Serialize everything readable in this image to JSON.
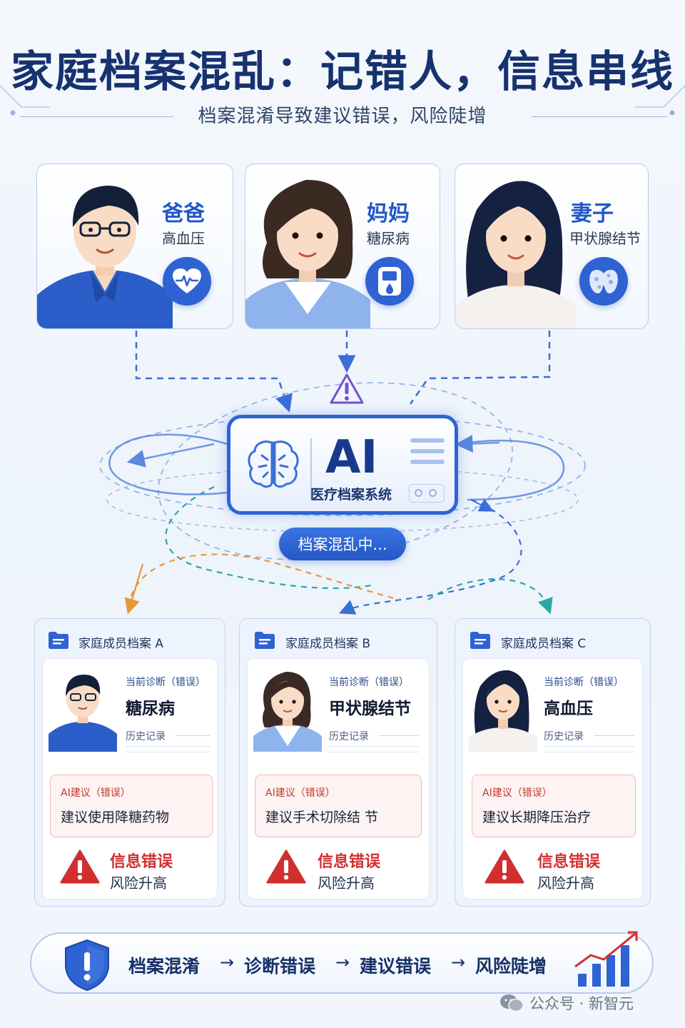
{
  "header": {
    "title": "家庭档案混乱：记错人，信息串线",
    "subtitle": "档案混淆导致建议错误，风险陡增"
  },
  "members": [
    {
      "name": "爸爸",
      "condition": "高血压",
      "icon": "heart-pulse-icon"
    },
    {
      "name": "妈妈",
      "condition": "糖尿病",
      "icon": "glucose-meter-icon"
    },
    {
      "name": "妻子",
      "condition": "甲状腺结节",
      "icon": "thyroid-icon"
    }
  ],
  "ai_system": {
    "title": "AI",
    "subtitle": "医疗档案系统",
    "status": "档案混乱中..."
  },
  "records": [
    {
      "header": "家庭成员档案 A",
      "diagnosis_label": "当前诊断（错误）",
      "diagnosis": "糖尿病",
      "history_label": "历史记录",
      "advice_label": "AI建议（错误）",
      "advice": "建议使用降糖药物",
      "error_title": "信息错误",
      "error_sub": "风险升高"
    },
    {
      "header": "家庭成员档案 B",
      "diagnosis_label": "当前诊断（错误）",
      "diagnosis": "甲状腺结节",
      "history_label": "历史记录",
      "advice_label": "AI建议（错误）",
      "advice": "建议手术切除结 节",
      "error_title": "信息错误",
      "error_sub": "风险升高"
    },
    {
      "header": "家庭成员档案 C",
      "diagnosis_label": "当前诊断（错误）",
      "diagnosis": "高血压",
      "history_label": "历史记录",
      "advice_label": "AI建议（错误）",
      "advice": "建议长期降压治疗",
      "error_title": "信息错误",
      "error_sub": "风险升高"
    }
  ],
  "flow": {
    "steps": [
      "档案混淆",
      "诊断错误",
      "建议错误",
      "风险陡增"
    ],
    "arrow": "→"
  },
  "watermark": "公众号 · 新智元",
  "colors": {
    "primary": "#2f63d6",
    "title": "#16326f",
    "error": "#d32f2f",
    "orange_line": "#e8973a",
    "teal_line": "#2aa6a6"
  }
}
